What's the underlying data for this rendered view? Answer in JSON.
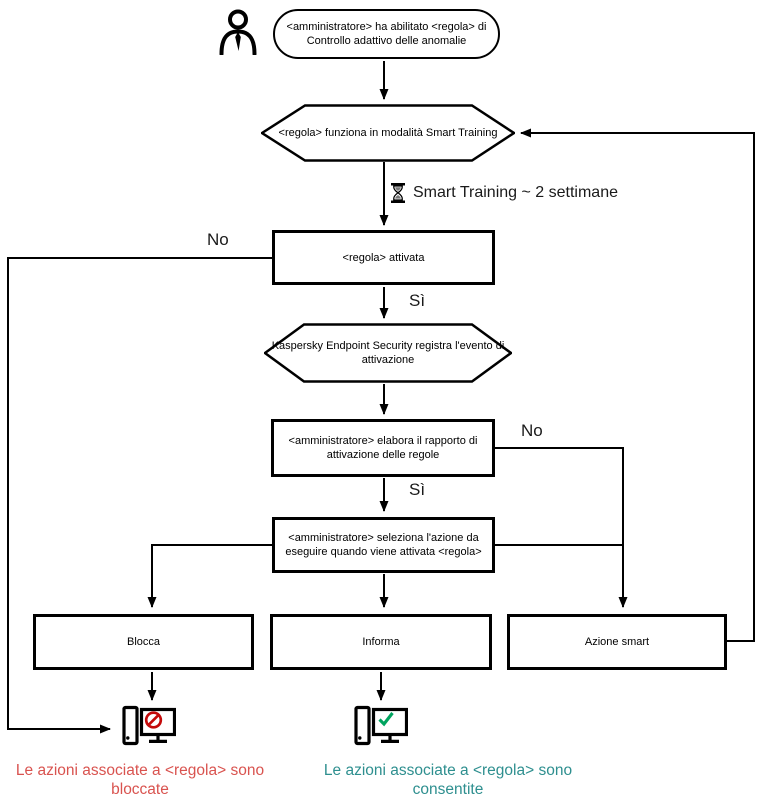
{
  "nodes": {
    "start": {
      "lines": [
        "<amministratore> ha abilitato <regola> di",
        "Controllo adattivo delle anomalie"
      ]
    },
    "smart_training_mode": {
      "text": "<regola> funziona in modalità Smart Training"
    },
    "rule_triggered": {
      "text": "<regola> attivata"
    },
    "logs_event": {
      "lines": [
        "Kaspersky Endpoint Security registra l'evento di",
        "attivazione"
      ]
    },
    "processes_report": {
      "lines": [
        "<amministratore> elabora il rapporto di",
        "attivazione delle regole"
      ]
    },
    "selects_action": {
      "lines": [
        "<amministratore> seleziona l'azione da",
        "eseguire quando viene attivata <regola>"
      ]
    },
    "block": {
      "text": "Blocca"
    },
    "inform": {
      "text": "Informa"
    },
    "smart_action": {
      "text": "Azione smart"
    }
  },
  "labels": {
    "no_left": "No",
    "yes_1": "Sì",
    "no_right": "No",
    "yes_2": "Sì",
    "timer": "Smart Training ~ 2 settimane"
  },
  "captions": {
    "blocked": {
      "lines": [
        "Le azioni associate a <regola> sono",
        "bloccate"
      ]
    },
    "allowed": {
      "lines": [
        "Le azioni associate a <regola> sono",
        "consentite"
      ]
    }
  },
  "icons": {
    "person": "person-icon",
    "hourglass": "hourglass-icon",
    "computer_blocked": "computer-blocked-icon",
    "computer_allowed": "computer-allowed-icon"
  },
  "colors": {
    "line": "#000000",
    "prohibition_red": "#c40a0a",
    "check_green": "#00a45f",
    "caption_blocked": "#d9534f",
    "caption_allowed": "#2e8f8f"
  }
}
